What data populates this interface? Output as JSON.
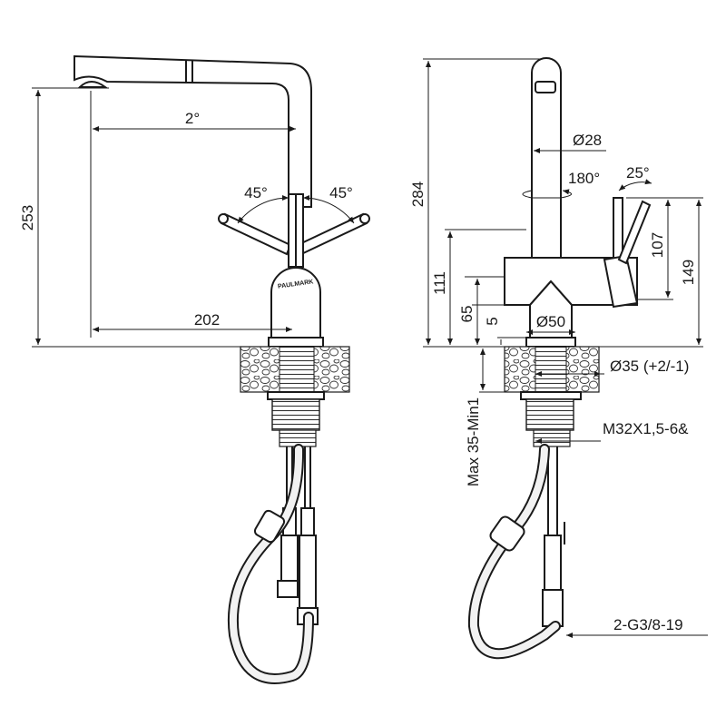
{
  "brand": "PAULMARK",
  "front_view": {
    "height_total": "253",
    "spout_reach": "202",
    "spout_angle": "2°",
    "handle_angle_left": "45°",
    "handle_angle_right": "45°"
  },
  "side_view": {
    "height_total": "284",
    "spout_diameter": "Ø28",
    "spout_rotation": "180°",
    "handle_angle": "25°",
    "body_height": "111",
    "handle_height": "107",
    "handle_top_height": "149",
    "base_height": "65",
    "base_ring": "5",
    "base_diameter": "Ø50",
    "hole_diameter": "Ø35 (+2/-1)",
    "thread": "M32X1,5-6&",
    "countertop_thickness": "Max 35-Min1",
    "hose_connection": "2-G3/8-19"
  },
  "colors": {
    "line": "#1a1a1a",
    "background": "#ffffff",
    "hose_fill": "#f2f2f2"
  }
}
